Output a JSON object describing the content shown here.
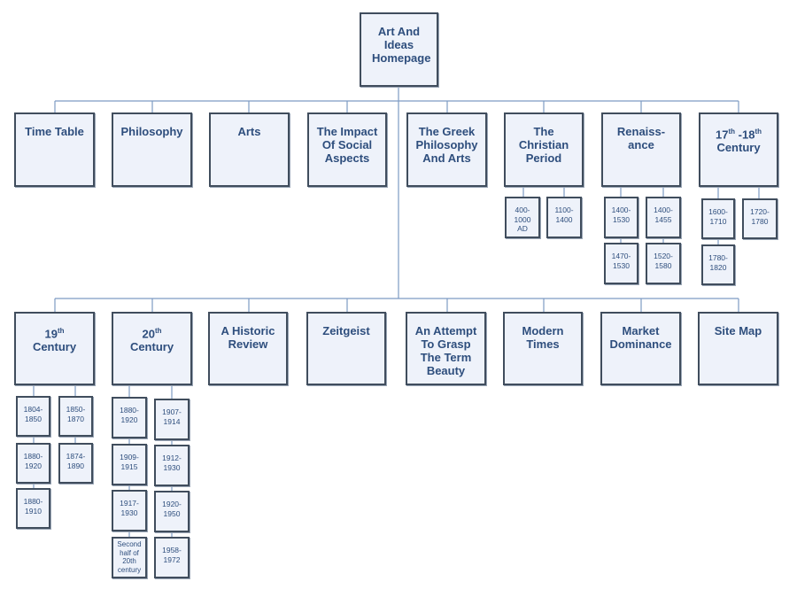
{
  "root": {
    "label": "Art And Ideas Homepage"
  },
  "row1": [
    {
      "label": "Time Table"
    },
    {
      "label": "Philosophy"
    },
    {
      "label": "Arts"
    },
    {
      "label": "The Impact Of Social Aspects"
    },
    {
      "label": "The Greek Philosophy And Arts"
    },
    {
      "label": "The Christian Period"
    },
    {
      "label": "Renaiss-ance"
    },
    {
      "label": "17th -18th Century",
      "parts": [
        "17",
        "th",
        " -18",
        "th",
        " Century"
      ]
    }
  ],
  "row1_children": {
    "christian": [
      "400-1000 AD",
      "1100-1400"
    ],
    "renaissance": [
      "1400-1530",
      "1400-1455",
      "1470-1530",
      "1520-1580"
    ],
    "c17_18": [
      "1600-1710",
      "1720-1780",
      "1780-1820"
    ]
  },
  "row2": [
    {
      "label": "19th Century",
      "parts": [
        "19",
        "th",
        " Century"
      ]
    },
    {
      "label": "20th Century",
      "parts": [
        "20",
        "th",
        " Century"
      ]
    },
    {
      "label": "A Historic Review"
    },
    {
      "label": "Zeitgeist"
    },
    {
      "label": "An Attempt To Grasp The Term Beauty"
    },
    {
      "label": "Modern Times"
    },
    {
      "label": "Market Dominance"
    },
    {
      "label": "Site Map"
    }
  ],
  "row2_children": {
    "c19": [
      "1804-1850",
      "1850-1870",
      "1880-1920",
      "1874-1890",
      "1880-1910"
    ],
    "c20": [
      "1880-1920",
      "1907-1914",
      "1909-1915",
      "1912-1930",
      "1917-1930",
      "1920-1950",
      "Second half of 20th century",
      "1958-1972"
    ]
  },
  "colors": {
    "fill": "#eef2fa",
    "border": "#404d5d",
    "text": "#2e4e7d",
    "connector": "#7d9bc3"
  }
}
